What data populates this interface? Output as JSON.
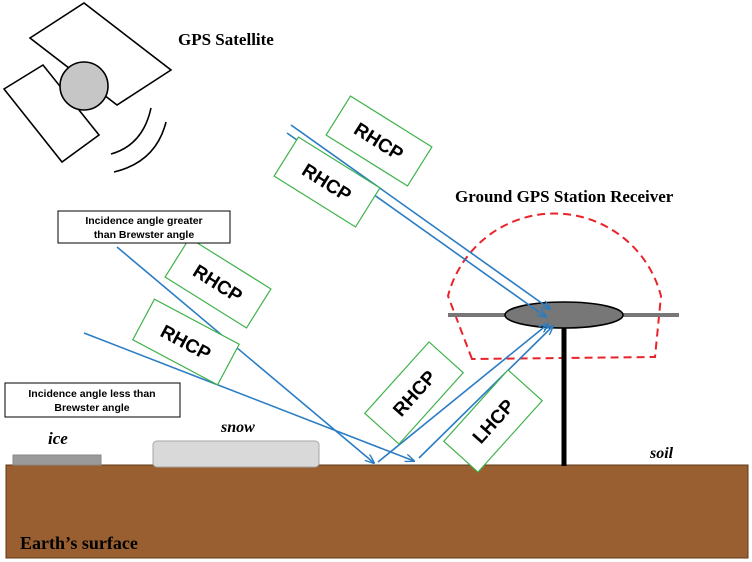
{
  "labels": {
    "satellite": "GPS Satellite",
    "receiver": "Ground GPS Station Receiver",
    "greater_line1": "Incidence angle greater",
    "greater_line2": "than Brewster angle",
    "less_line1": "Incidence angle less than",
    "less_line2": "Brewster angle",
    "ice": "ice",
    "snow": "snow",
    "soil": "soil",
    "surface": "Earth’s surface"
  },
  "polarization_tags": {
    "rhcp_direct_upper": "RHCP",
    "rhcp_direct_lower": "RHCP",
    "rhcp_incident_upper": "RHCP",
    "rhcp_incident_lower": "RHCP",
    "rhcp_reflected": "RHCP",
    "lhcp_reflected": "LHCP"
  },
  "colors": {
    "ray": "#2a7dc4",
    "tag_border": "#3fb24a",
    "pattern": "#e8232a",
    "ground": "#995f30",
    "satellite_body": "#c6c6c6",
    "antenna": "#777777"
  }
}
